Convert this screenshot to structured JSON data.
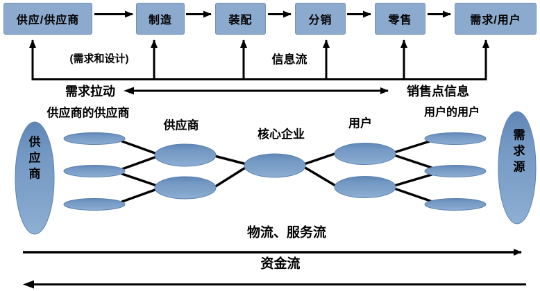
{
  "flow_boxes": [
    "供应/供应商",
    "制造",
    "装配",
    "分销",
    "零售",
    "需求/用户"
  ],
  "labels": {
    "demand_and_design": "(需求和设计)",
    "information_flow": "信息流",
    "demand_pull": "需求拉动",
    "pos_information": "销售点信息",
    "suppliers_supplier": "供应商的供应商",
    "supplier": "供应商",
    "core_enterprise": "核心企业",
    "user": "用户",
    "users_user": "用户的用户",
    "supply_source": "供应商",
    "demand_source": "需求源",
    "logistics_service_flow": "物流、服务流",
    "capital_flow": "资金流"
  },
  "colors": {
    "box_fill": "#8caacd",
    "box_border": "#7590b6",
    "ellipse_fill": "#7fa2ca",
    "ellipse_edge": "#5d82b0",
    "line": "#000000"
  }
}
